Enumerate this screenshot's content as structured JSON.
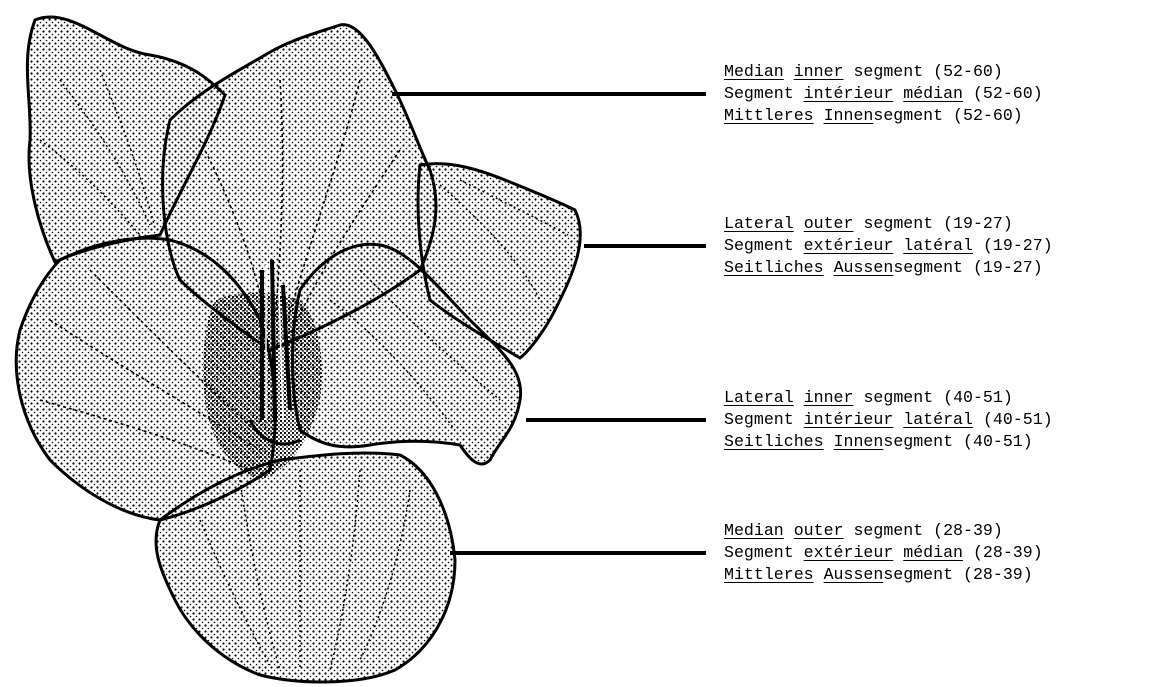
{
  "figure": {
    "image_name": "iris-flower-illustration",
    "ink_color": "#000000",
    "background": "#ffffff"
  },
  "labels": [
    {
      "lines": [
        [
          {
            "t": "Median",
            "u": true
          },
          {
            "t": " ",
            "u": false
          },
          {
            "t": "inner",
            "u": true
          },
          {
            "t": " segment (52-60)",
            "u": false
          }
        ],
        [
          {
            "t": "Segment ",
            "u": false
          },
          {
            "t": "intérieur",
            "u": true
          },
          {
            "t": " ",
            "u": false
          },
          {
            "t": "médian",
            "u": true
          },
          {
            "t": " (52-60)",
            "u": false
          }
        ],
        [
          {
            "t": "Mittleres",
            "u": true
          },
          {
            "t": " ",
            "u": false
          },
          {
            "t": "Innen",
            "u": true
          },
          {
            "t": "segment (52-60)",
            "u": false
          }
        ]
      ]
    },
    {
      "lines": [
        [
          {
            "t": "Lateral",
            "u": true
          },
          {
            "t": " ",
            "u": false
          },
          {
            "t": "outer",
            "u": true
          },
          {
            "t": " segment (19-27)",
            "u": false
          }
        ],
        [
          {
            "t": "Segment ",
            "u": false
          },
          {
            "t": "extérieur",
            "u": true
          },
          {
            "t": " ",
            "u": false
          },
          {
            "t": "latéral",
            "u": true
          },
          {
            "t": " (19-27)",
            "u": false
          }
        ],
        [
          {
            "t": "Seitliches",
            "u": true
          },
          {
            "t": " ",
            "u": false
          },
          {
            "t": "Aussen",
            "u": true
          },
          {
            "t": "segment (19-27)",
            "u": false
          }
        ]
      ]
    },
    {
      "lines": [
        [
          {
            "t": "Lateral",
            "u": true
          },
          {
            "t": " ",
            "u": false
          },
          {
            "t": "inner",
            "u": true
          },
          {
            "t": " segment (40-51)",
            "u": false
          }
        ],
        [
          {
            "t": "Segment ",
            "u": false
          },
          {
            "t": "intérieur",
            "u": true
          },
          {
            "t": " ",
            "u": false
          },
          {
            "t": "latéral",
            "u": true
          },
          {
            "t": " (40-51)",
            "u": false
          }
        ],
        [
          {
            "t": "Seitliches",
            "u": true
          },
          {
            "t": " ",
            "u": false
          },
          {
            "t": "Innen",
            "u": true
          },
          {
            "t": "segment (40-51)",
            "u": false
          }
        ]
      ]
    },
    {
      "lines": [
        [
          {
            "t": "Median",
            "u": true
          },
          {
            "t": " ",
            "u": false
          },
          {
            "t": "outer",
            "u": true
          },
          {
            "t": " segment (28-39)",
            "u": false
          }
        ],
        [
          {
            "t": "Segment ",
            "u": false
          },
          {
            "t": "extérieur",
            "u": true
          },
          {
            "t": " ",
            "u": false
          },
          {
            "t": "médian",
            "u": true
          },
          {
            "t": " (28-39)",
            "u": false
          }
        ],
        [
          {
            "t": "Mittleres",
            "u": true
          },
          {
            "t": " ",
            "u": false
          },
          {
            "t": "Aussen",
            "u": true
          },
          {
            "t": "segment (28-39)",
            "u": false
          }
        ]
      ]
    }
  ]
}
